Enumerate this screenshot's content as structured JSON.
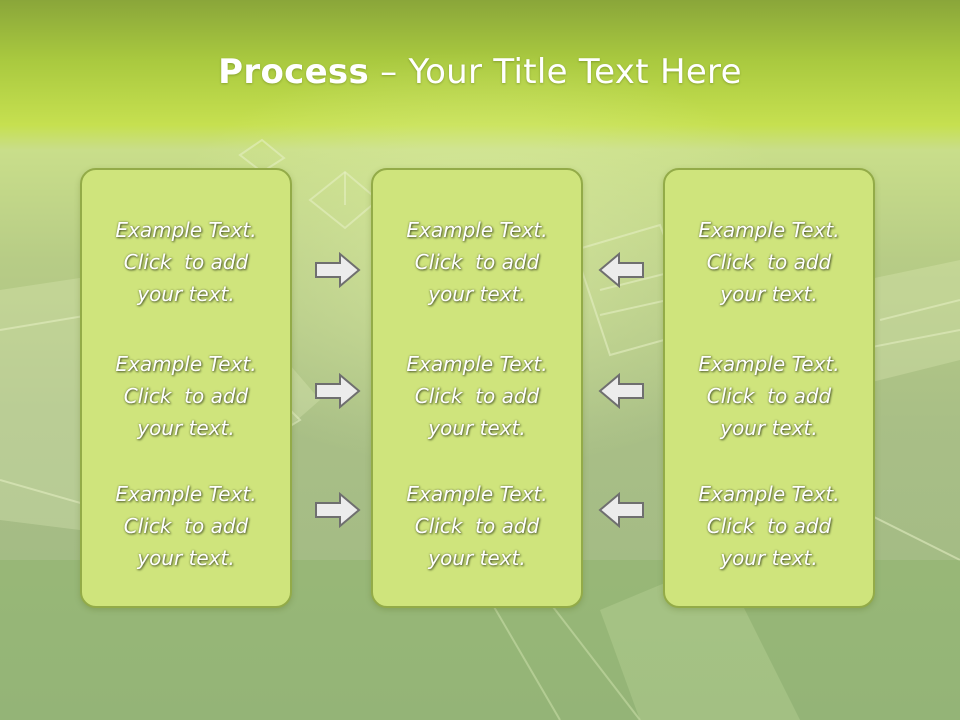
{
  "slide": {
    "title_bold": "Process",
    "title_rest": " – Your Title Text Here"
  },
  "columns": [
    {
      "blocks": [
        {
          "l1": "Example Text.",
          "l2": "Click  to add",
          "l3": "your text."
        },
        {
          "l1": "Example Text.",
          "l2": "Click  to add",
          "l3": "your text."
        },
        {
          "l1": "Example Text.",
          "l2": "Click  to add",
          "l3": "your text."
        }
      ]
    },
    {
      "blocks": [
        {
          "l1": "Example Text.",
          "l2": "Click  to add",
          "l3": "your text."
        },
        {
          "l1": "Example Text.",
          "l2": "Click  to add",
          "l3": "your text."
        },
        {
          "l1": "Example Text.",
          "l2": "Click  to add",
          "l3": "your text."
        }
      ]
    },
    {
      "blocks": [
        {
          "l1": "Example Text.",
          "l2": "Click  to add",
          "l3": "your text."
        },
        {
          "l1": "Example Text.",
          "l2": "Click  to add",
          "l3": "your text."
        },
        {
          "l1": "Example Text.",
          "l2": "Click  to add",
          "l3": "your text."
        }
      ]
    }
  ],
  "arrows": {
    "left_group": [
      "arrow-right-icon",
      "arrow-right-icon",
      "arrow-right-icon"
    ],
    "right_group": [
      "arrow-left-icon",
      "arrow-left-icon",
      "arrow-left-icon"
    ]
  },
  "colors": {
    "header_green": "#a9c93f",
    "panel_fill": "#cfe47c",
    "panel_border": "#93ab48",
    "arrow_fill": "#ececec",
    "arrow_stroke": "#6f6f6f",
    "text": "#ffffff"
  }
}
